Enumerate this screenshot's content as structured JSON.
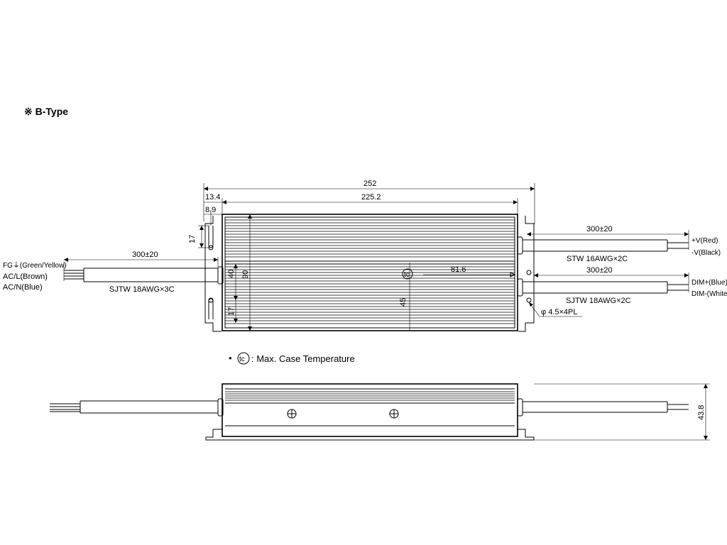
{
  "title": "※ B-Type",
  "dimensions": {
    "overall_length": "252",
    "body_length": "225.2",
    "edge_offset": "13.4",
    "hole_offset": "8.9",
    "flange_top": "17",
    "flange_bottom": "17",
    "inner_height": "40",
    "total_width": "90",
    "tc_offset_x": "81.6",
    "tc_offset_y": "45",
    "height_side": "43.8",
    "mount_holes": "φ 4.5×4PL"
  },
  "input_cable": {
    "length": "300±20",
    "type": "SJTW 18AWG×3C",
    "fg_label": "FG⏚(Green/Yellow)",
    "acl_label": "AC/L(Brown)",
    "acn_label": "AC/N(Blue)"
  },
  "output_cable": {
    "length": "300±20",
    "type": "STW 16AWG×2C",
    "pos_label": "+V(Red)",
    "neg_label": "-V(Black)"
  },
  "dim_cable": {
    "length": "300±20",
    "type": "SJTW 18AWG×2C",
    "pos_label": "DIM+(Blue)",
    "neg_label": "DIM-(White)"
  },
  "tc_symbol": "tc",
  "note": {
    "bullet": "•",
    "text": ": Max. Case Temperature"
  }
}
